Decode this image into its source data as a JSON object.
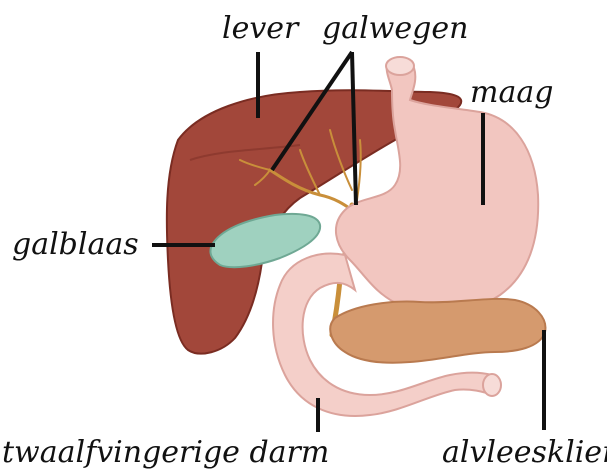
{
  "labels": {
    "lever": "lever",
    "galwegen": "galwegen",
    "maag": "maag",
    "galblaas": "galblaas",
    "twaalfvingerige_darm": "twaalfvingerige darm",
    "alvleesklier": "alvleesklier"
  },
  "colors": {
    "liver": "#a2473a",
    "liver_dark": "#7a2c22",
    "stomach": "#f2c6c0",
    "stomach_shadow": "#dba39c",
    "gallbladder": "#9fd1bf",
    "bile_ducts": "#c98f3a",
    "pancreas": "#d59a6e",
    "duodenum": "#f4cfc9",
    "line": "#111111"
  }
}
